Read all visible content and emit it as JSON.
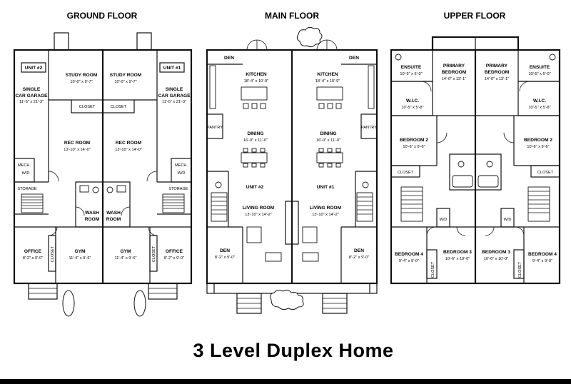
{
  "title": "3 Level Duplex Home",
  "floors": {
    "ground": {
      "title": "GROUND FLOOR",
      "unit_left": "UNIT #2",
      "unit_right": "UNIT #1",
      "garage_l": {
        "name1": "SINGLE",
        "name2": "CAR GARAGE",
        "dims": "11'-5\" x 21'-3\""
      },
      "garage_r": {
        "name1": "SINGLE",
        "name2": "CAR GARAGE",
        "dims": "11'-5\" x 21'-3\""
      },
      "study_l": {
        "name": "STUDY ROOM",
        "dims": "10'-0\" x 9'-7\""
      },
      "study_r": {
        "name": "STUDY ROOM",
        "dims": "10'-0\" x 9'-7\""
      },
      "closet_l": "CLOSET",
      "closet_r": "CLOSET",
      "rec_l": {
        "name": "REC ROOM",
        "dims": "13'-10\" x 14'-0\""
      },
      "rec_r": {
        "name": "REC ROOM",
        "dims": "13'-10\" x 14'-0\""
      },
      "mech_l": {
        "name": "MECH.",
        "sub": "W/D"
      },
      "mech_r": {
        "name": "MECH.",
        "sub": "W/D"
      },
      "storage_l": "STORAGE",
      "storage_r": "STORAGE",
      "wash_l": {
        "name1": "WASH",
        "name2": "ROOM"
      },
      "wash_r": {
        "name1": "WASH",
        "name2": "ROOM"
      },
      "office_l": {
        "name": "OFFICE",
        "dims": "8'-2\" x 9'-0\""
      },
      "office_r": {
        "name": "OFFICE",
        "dims": "8'-2\" x 9'-0\""
      },
      "gym_l": {
        "name": "GYM",
        "dims": "11'-4\" x 9'-6\""
      },
      "gym_r": {
        "name": "GYM",
        "dims": "11'-4\" x 9'-6\""
      },
      "closet_office_l": "CLOSET",
      "closet_office_r": "CLOSET"
    },
    "main": {
      "title": "MAIN FLOOR",
      "unit_left": "UNIT #2",
      "unit_right": "UNIT #1",
      "den_top_l": "DEN",
      "den_top_r": "DEN",
      "kitchen_l": {
        "name": "KITCHEN",
        "dims": "18'-4\" x 10'-9\""
      },
      "kitchen_r": {
        "name": "KITCHEN",
        "dims": "18'-4\" x 10'-9\""
      },
      "pantry_l": "PANTRY",
      "pantry_r": "PANTRY",
      "dining_l": {
        "name": "DINING",
        "dims": "16'-0\" x 11'-0\""
      },
      "dining_r": {
        "name": "DINING",
        "dims": "16'-0\" x 11'-0\""
      },
      "living_l": {
        "name": "LIVING ROOM",
        "dims": "13'-10\" x 14'-2\""
      },
      "living_r": {
        "name": "LIVING ROOM",
        "dims": "13'-10\" x 14'-2\""
      },
      "den_l": {
        "name": "DEN",
        "dims": "8'-2\" x 9'-0\""
      },
      "den_r": {
        "name": "DEN",
        "dims": "8'-2\" x 9'-0\""
      }
    },
    "upper": {
      "title": "UPPER FLOOR",
      "ensuite_l": {
        "name": "ENSUITE",
        "dims": "10'-5\" x 5'-0\""
      },
      "ensuite_r": {
        "name": "ENSUITE",
        "dims": "10'-5\" x 5'-0\""
      },
      "primary_l": {
        "name1": "PRIMARY",
        "name2": "BEDROOM",
        "dims": "14'-0\" x 13'-1\""
      },
      "primary_r": {
        "name1": "PRIMARY",
        "name2": "BEDROOM",
        "dims": "14'-0\" x 13'-1\""
      },
      "wic_l": {
        "name": "W.I.C.",
        "dims": "10'-5\" x 5'-8\""
      },
      "wic_r": {
        "name": "W.I.C.",
        "dims": "10'-5\" x 5'-8\""
      },
      "bed2_l": {
        "name": "BEDROOM 2",
        "dims": "10'-6\" x 9'-6\""
      },
      "bed2_r": {
        "name": "BEDROOM 2",
        "dims": "10'-6\" x 9'-6\""
      },
      "closet_l": "CLOSET",
      "closet_r": "CLOSET",
      "wd_l": "W/D",
      "wd_r": "W/D",
      "bed4_l": {
        "name": "BEDROOM 4",
        "dims": "9'-4\" x 9'-0\""
      },
      "bed4_r": {
        "name": "BEDROOM 4",
        "dims": "9'-4\" x 9'-0\""
      },
      "bed3_l": {
        "name": "BEDROOM 3",
        "dims": "10'-6\" x 10'-0\""
      },
      "bed3_r": {
        "name": "BEDROOM 3",
        "dims": "10'-6\" x 10'-0\""
      },
      "closet_b_l": "CLOSET",
      "closet_b_r": "CLOSET"
    }
  }
}
